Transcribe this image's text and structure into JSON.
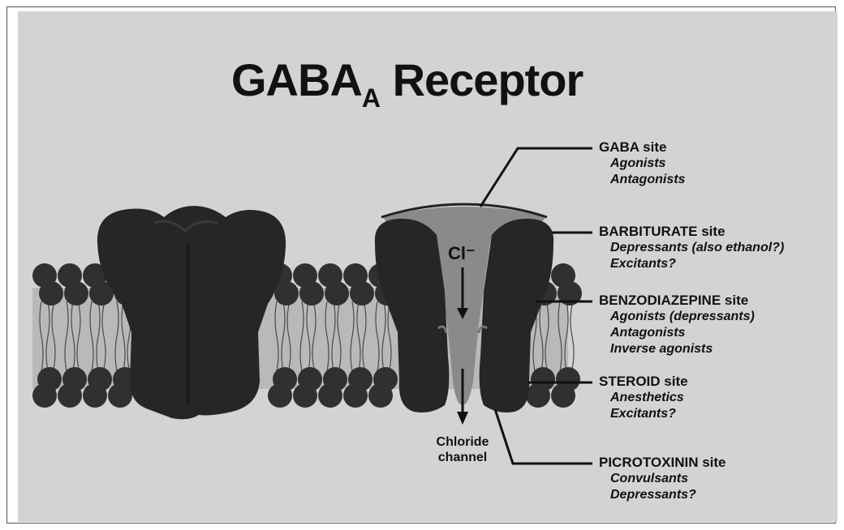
{
  "title": {
    "main": "GABA",
    "subscript": "A",
    "rest": "Receptor"
  },
  "ion_label": "Cl⁻",
  "channel_label": [
    "Chloride",
    "channel"
  ],
  "sites": [
    {
      "name": "GABA site",
      "items": [
        "Agonists",
        "Antagonists"
      ]
    },
    {
      "name": "BARBITURATE site",
      "items": [
        "Depressants (also ethanol?)",
        "Excitants?"
      ]
    },
    {
      "name": "BENZODIAZEPINE site",
      "items": [
        "Agonists (depressants)",
        "Antagonists",
        "Inverse agonists"
      ]
    },
    {
      "name": "STEROID site",
      "items": [
        "Anesthetics",
        "Excitants?"
      ]
    },
    {
      "name": "PICROTOXININ site",
      "items": [
        "Convulsants",
        "Depressants?"
      ]
    }
  ],
  "colors": {
    "background": "#d3d3d3",
    "protein": "#2a2a2a",
    "channel": "#8a8a8a",
    "lipid_head": "#303030",
    "ink": "#111111"
  }
}
